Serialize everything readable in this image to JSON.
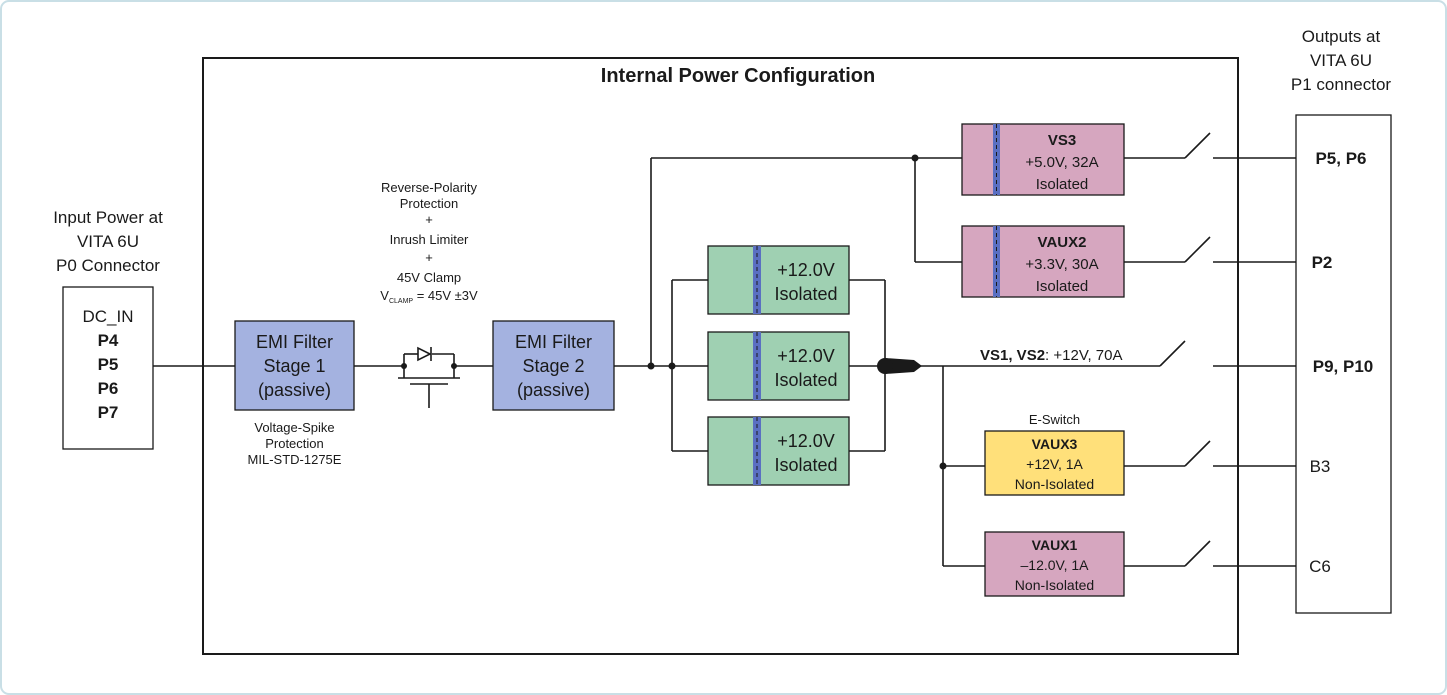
{
  "title": "Internal Power Configuration",
  "input": {
    "heading": [
      "Input Power at",
      "VITA 6U",
      "P0 Connector"
    ],
    "pins": [
      "DC_IN",
      "P4",
      "P5",
      "P6",
      "P7"
    ]
  },
  "output": {
    "heading": [
      "Outputs at",
      "VITA 6U",
      "P1 connector"
    ],
    "pins": [
      "P5, P6",
      "P2",
      "P9, P10",
      "B3",
      "C6"
    ]
  },
  "emi1": {
    "lines": [
      "EMI Filter",
      "Stage 1",
      "(passive)"
    ],
    "note": [
      "Voltage-Spike",
      "Protection",
      "MIL-STD-1275E"
    ]
  },
  "emi2": {
    "lines": [
      "EMI Filter",
      "Stage 2",
      "(passive)"
    ]
  },
  "protection": {
    "lines": [
      "Reverse-Polarity",
      "Protection",
      "+",
      "Inrush Limiter",
      "+",
      "45V Clamp"
    ],
    "vclamp": {
      "v": "V",
      "sub": "CLAMP",
      "rest": " = 45V ±3V"
    }
  },
  "converters": [
    {
      "value": "+12.0V",
      "label": "Isolated"
    },
    {
      "value": "+12.0V",
      "label": "Isolated"
    },
    {
      "value": "+12.0V",
      "label": "Isolated"
    }
  ],
  "regulators": {
    "vs3": {
      "name": "VS3",
      "spec": "+5.0V, 32A",
      "label": "Isolated"
    },
    "vaux2": {
      "name": "VAUX2",
      "spec": "+3.3V, 30A",
      "label": "Isolated"
    },
    "vaux3": {
      "name": "VAUX3",
      "spec": "+12V, 1A",
      "label": "Non-Isolated"
    },
    "vaux1": {
      "name": "VAUX1",
      "spec": "–12.0V, 1A",
      "label": "Non-Isolated"
    }
  },
  "main_bus": {
    "name": "VS1, VS2",
    "spec": ": +12V, 70A"
  },
  "eswitch_label": "E-Switch",
  "colors": {
    "frame": "#c9dfe6",
    "emi": "#a4b2e0",
    "converter": "#9fd0b2",
    "isolated_reg": "#d6a6bf",
    "nonisolated_reg": "#ffe07a",
    "separator": "#5a6fc2"
  }
}
